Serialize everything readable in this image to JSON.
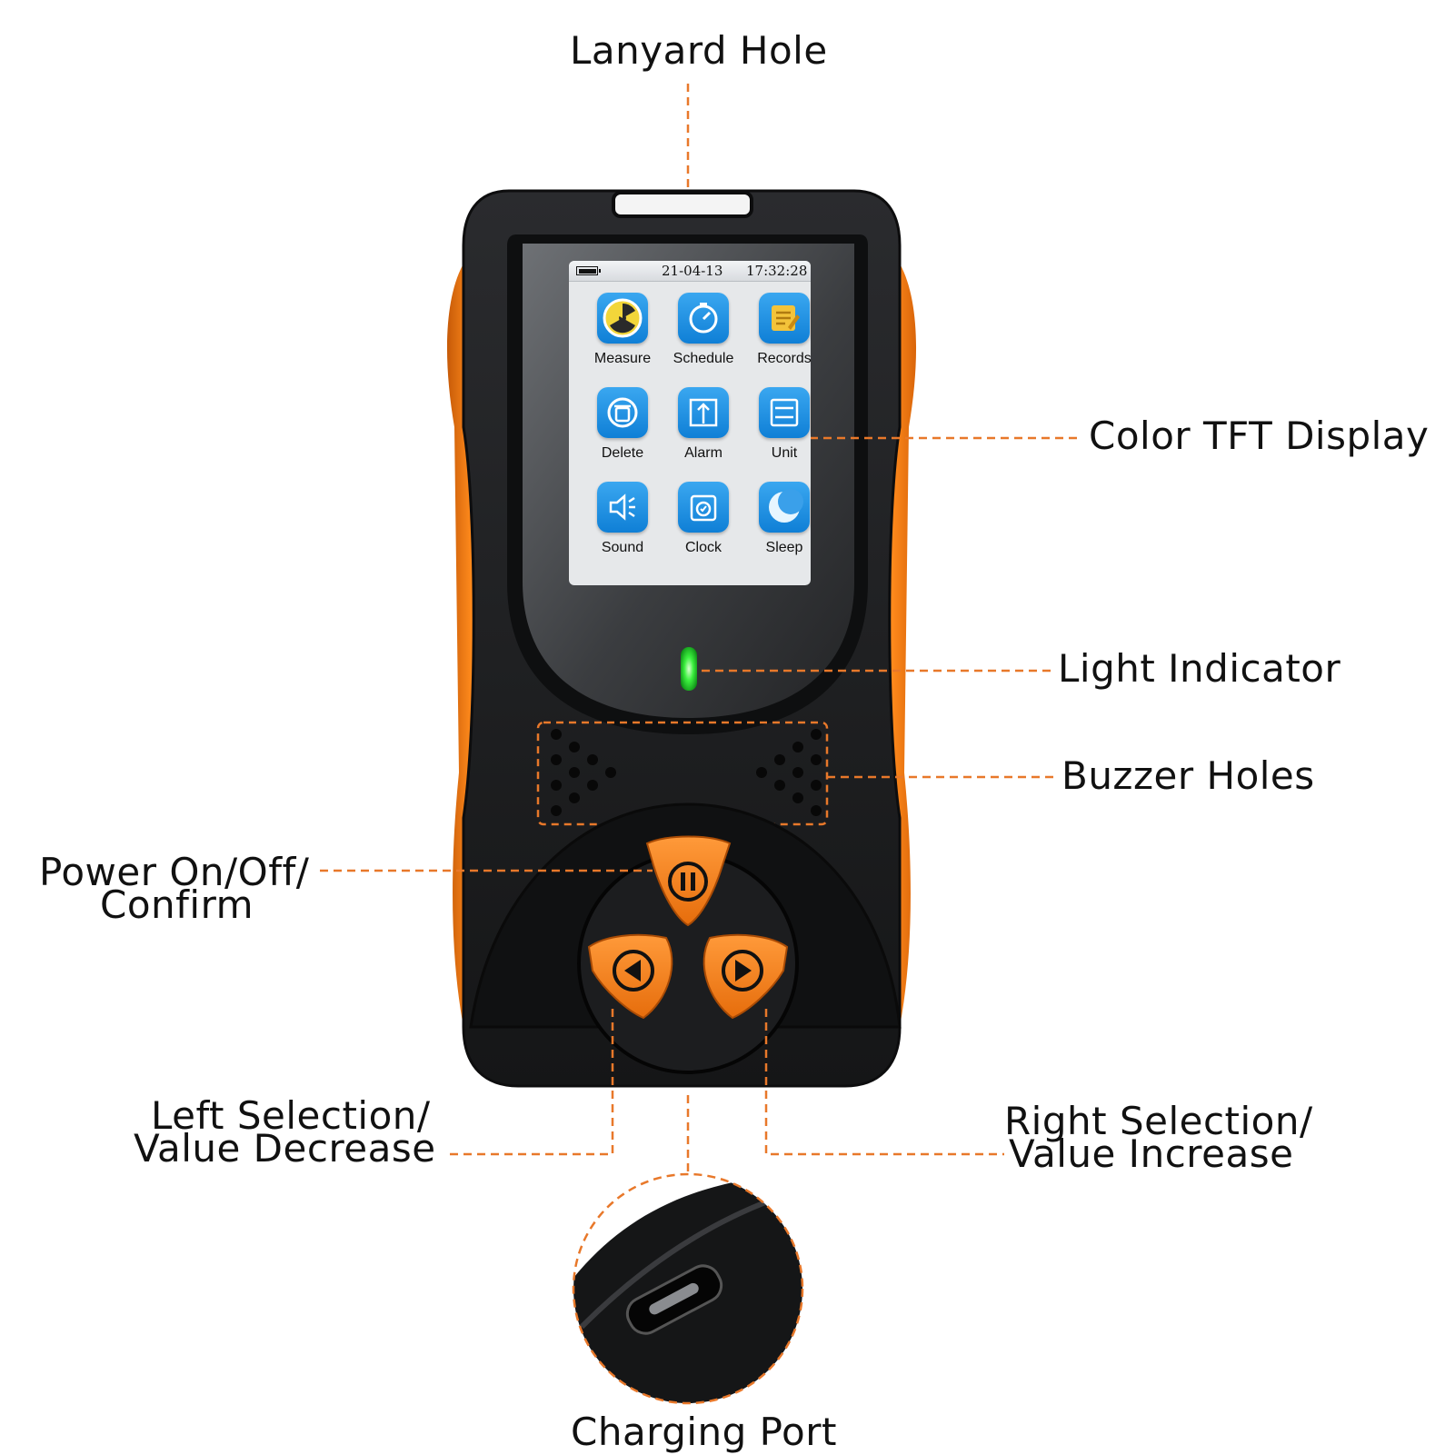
{
  "callouts": {
    "lanyard": "Lanyard Hole",
    "display": "Color TFT Display",
    "light": "Light Indicator",
    "buzzer": "Buzzer Holes",
    "power_line1": "Power On/Off/",
    "power_line2": "Confirm",
    "left_line1": "Left Selection/",
    "left_line2": "Value Decrease",
    "right_line1": "Right Selection/",
    "right_line2": "Value Increase",
    "charging": "Charging Port"
  },
  "screen": {
    "date": "21-04-13",
    "time": "17:32:28",
    "apps": [
      {
        "label": "Measure",
        "icon": "radiation-icon"
      },
      {
        "label": "Schedule",
        "icon": "stopwatch-icon"
      },
      {
        "label": "Records",
        "icon": "notepad-icon"
      },
      {
        "label": "Delete",
        "icon": "trash-icon"
      },
      {
        "label": "Alarm",
        "icon": "threshold-icon"
      },
      {
        "label": "Unit",
        "icon": "sliders-icon"
      },
      {
        "label": "Sound",
        "icon": "speaker-icon"
      },
      {
        "label": "Clock",
        "icon": "calendar-clock-icon"
      },
      {
        "label": "Sleep",
        "icon": "moon-icon"
      }
    ]
  },
  "colors": {
    "accent_orange": "#f07a16",
    "body_black": "#1c1d1f",
    "indicator_green": "#39e63c",
    "leader_line": "#e8782a"
  }
}
